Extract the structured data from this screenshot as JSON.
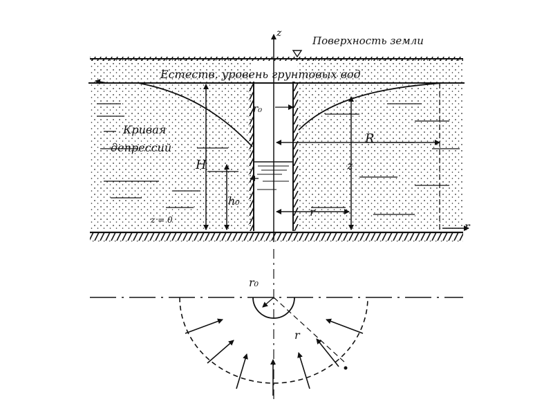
{
  "labels": {
    "surface": "Поверхность земли",
    "water_level": "Естеств. уровень  грунтовых вод",
    "curve_line1": "Кривая",
    "curve_line2": "депрессий",
    "axis_z_top": "z",
    "axis_r": "r",
    "r0_top": "r₀",
    "r0_bottom": "r₀",
    "H": "H",
    "h0": "h₀",
    "R": "R",
    "z_label": "z",
    "r_label": "r",
    "z_zero": "z = 0",
    "r_plan": "r"
  },
  "colors": {
    "ink": "#111111",
    "paper": "#ffffff"
  }
}
